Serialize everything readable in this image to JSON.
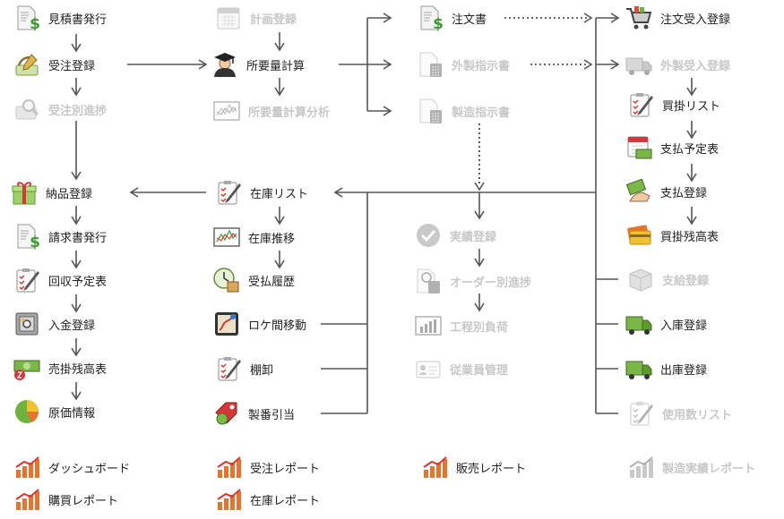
{
  "colors": {
    "line": "#555555",
    "dotted": "#333333",
    "disabled_text": "#c8c8c8"
  },
  "col1": {
    "mitsumori": {
      "label": "見積書発行",
      "icon": "dollar-document-icon"
    },
    "juchu": {
      "label": "受注登録",
      "icon": "handshake-pen-icon"
    },
    "juchu_shinchoku": {
      "label": "受注別進捗",
      "icon": "search-document-icon"
    },
    "nohin": {
      "label": "納品登録",
      "icon": "gift-box-icon"
    },
    "seikyu": {
      "label": "請求書発行",
      "icon": "dollar-document-icon"
    },
    "kaishu_yotei": {
      "label": "回収予定表",
      "icon": "checklist-clipboard-icon"
    },
    "nyukin": {
      "label": "入金登録",
      "icon": "safe-icon"
    },
    "urikake": {
      "label": "売掛残高表",
      "icon": "money-bill-icon"
    },
    "genka": {
      "label": "原価情報",
      "icon": "pie-chart-icon"
    }
  },
  "col2": {
    "keikaku": {
      "label": "計画登録",
      "icon": "calendar-icon"
    },
    "shoyo": {
      "label": "所要量計算",
      "icon": "graduate-icon"
    },
    "shoyo_bunseki": {
      "label": "所要量計算分析",
      "icon": "line-chart-icon"
    },
    "zaiko_list": {
      "label": "在庫リスト",
      "icon": "checklist-clipboard-icon"
    },
    "zaiko_suii": {
      "label": "在庫推移",
      "icon": "line-chart-icon"
    },
    "ukeharai": {
      "label": "受払履歴",
      "icon": "clock-box-icon"
    },
    "loke": {
      "label": "ロケ間移動",
      "icon": "map-route-icon"
    },
    "tanaoroshi": {
      "label": "棚卸",
      "icon": "checklist-clipboard-icon"
    },
    "seiban": {
      "label": "製番引当",
      "icon": "price-tag-icon"
    }
  },
  "col3": {
    "chumon": {
      "label": "注文書",
      "icon": "dollar-document-icon"
    },
    "gaichu": {
      "label": "外製指示書",
      "icon": "calculator-document-icon"
    },
    "seizo": {
      "label": "製造指示書",
      "icon": "calculator-document-icon"
    },
    "jisseki": {
      "label": "実績登録",
      "icon": "check-circle-icon"
    },
    "order_shinchoku": {
      "label": "オーダー別進捗",
      "icon": "search-calculator-icon"
    },
    "koutei": {
      "label": "工程別負荷",
      "icon": "bar-chart-icon"
    },
    "jugyoin": {
      "label": "従業員管理",
      "icon": "id-card-icon"
    }
  },
  "col4": {
    "chumon_ukeire": {
      "label": "注文受入登録",
      "icon": "shopping-cart-icon"
    },
    "gaisei_ukeire": {
      "label": "外製受入登録",
      "icon": "delivery-truck-icon"
    },
    "kaikake_list": {
      "label": "買掛リスト",
      "icon": "checklist-clipboard-icon"
    },
    "shiharai_yotei": {
      "label": "支払予定表",
      "icon": "calendar-money-icon"
    },
    "shiharai": {
      "label": "支払登録",
      "icon": "money-hand-icon"
    },
    "kaikake_zan": {
      "label": "買掛残高表",
      "icon": "credit-card-icon"
    },
    "shikyu": {
      "label": "支給登録",
      "icon": "cardboard-box-icon"
    },
    "nyuko": {
      "label": "入庫登録",
      "icon": "green-truck-icon"
    },
    "shukko": {
      "label": "出庫登録",
      "icon": "green-truck-icon"
    },
    "shiyosu": {
      "label": "使用数リスト",
      "icon": "checklist-clipboard-icon"
    }
  },
  "reports": {
    "dashboard": {
      "label": "ダッシュボード",
      "icon": "report-bar-icon"
    },
    "juchu": {
      "label": "受注レポート",
      "icon": "report-bar-icon"
    },
    "hanbai": {
      "label": "販売レポート",
      "icon": "report-bar-icon"
    },
    "seizo_jisseki": {
      "label": "製造実績レポート",
      "icon": "report-bar-icon"
    },
    "konyu": {
      "label": "購買レポート",
      "icon": "report-bar-icon"
    },
    "zaiko": {
      "label": "在庫レポート",
      "icon": "report-bar-icon"
    }
  }
}
